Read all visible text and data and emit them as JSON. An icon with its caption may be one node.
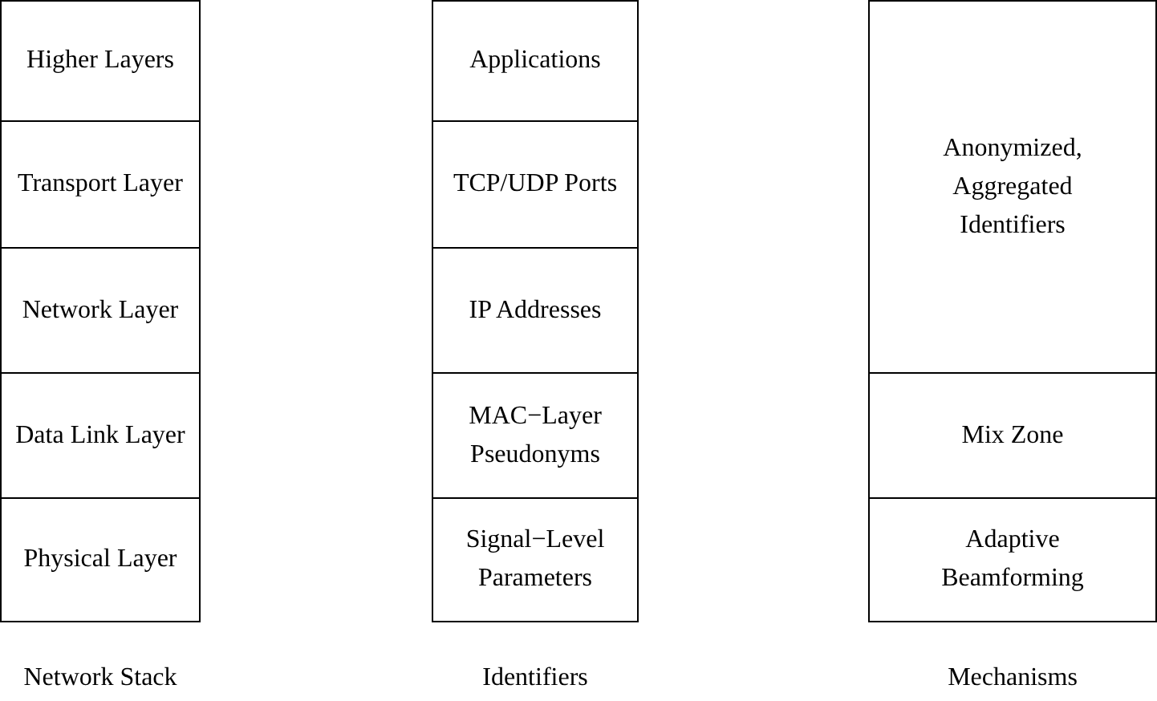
{
  "diagram": {
    "nodes": [
      {
        "text": [
          "Higher Layers"
        ]
      },
      {
        "text": [
          "Applications"
        ]
      },
      {
        "text": [
          "Anonymized, Aggregated Identifiers"
        ]
      },
      {
        "text": [
          "Transport Layer"
        ]
      },
      {
        "text": [
          "TCP/UDP Ports"
        ]
      },
      {
        "text": [
          "Network Layer"
        ]
      },
      {
        "text": [
          "IP Addresses"
        ]
      },
      {
        "text": [
          "Data Link Layer"
        ]
      },
      {
        "text": [
          "MAC−Layer Pseudonyms"
        ]
      },
      {
        "text": [
          "Mix Zone"
        ]
      },
      {
        "text": [
          "Physical Layer"
        ]
      },
      {
        "text": [
          "Signal−Level Parameters"
        ]
      },
      {
        "text": [
          "Adaptive Beamforming"
        ]
      }
    ],
    "labels": [
      "Network Stack",
      "Identifiers",
      "Mechanisms"
    ]
  }
}
